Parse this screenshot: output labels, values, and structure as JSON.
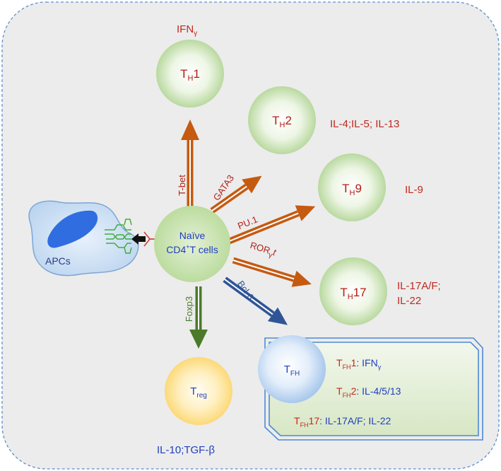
{
  "cells": {
    "naive": {
      "line1": "Naïve",
      "line2a": "CD4",
      "line2sup": "+",
      "line2b": "T cells"
    },
    "th1": {
      "main": "T",
      "sub": "H",
      "suffix": "1"
    },
    "th2": {
      "main": "T",
      "sub": "H",
      "suffix": "2"
    },
    "th9": {
      "main": "T",
      "sub": "H",
      "suffix": "9"
    },
    "th17": {
      "main": "T",
      "sub": "H",
      "suffix": "17"
    },
    "tfh": {
      "main": "T",
      "sub": "FH"
    },
    "treg": {
      "main": "T",
      "sub": "reg"
    },
    "apc": {
      "label": "APCs"
    }
  },
  "cytokines": {
    "th1": {
      "main": "IFN",
      "sub": "γ"
    },
    "th2": "IL-4;IL-5; IL-13",
    "th9": "IL-9",
    "th17": {
      "line1": "IL-17A/F;",
      "line2": "IL-22"
    },
    "treg": "IL-10;TGF-β"
  },
  "transcription_factors": {
    "tbet": "T-bet",
    "gata3": "GATA3",
    "pu1": "PU.1",
    "rorgt": {
      "main": "ROR",
      "sub": "γ",
      "suffix": "t"
    },
    "bcl6": "Bcl-6",
    "foxp3": "Foxp3"
  },
  "tfh_box": {
    "row1": {
      "main": "T",
      "sub": "FH",
      "suffix": "1",
      "text": ": IFN",
      "text_sub": "γ"
    },
    "row2": {
      "main": "T",
      "sub": "FH",
      "suffix": "2",
      "text": ": IL-4/5/13"
    },
    "row3": {
      "main": "T",
      "sub": "FH",
      "suffix": "17",
      "text": ": IL-17A/F; IL-22"
    }
  },
  "colors": {
    "cell_green": "#cfe5bc",
    "treg_yellow": "#fde7a0",
    "tfh_blue": "#cfe1f5",
    "arrow_orange": "#c55a11",
    "arrow_green": "#4a7a2a",
    "arrow_blue": "#2f5597",
    "text_red": "#c0281f",
    "text_blue": "#1f3fbf",
    "box_fill": "#e3edd6",
    "box_border": "#4d8ad6",
    "background": "#ececec"
  }
}
